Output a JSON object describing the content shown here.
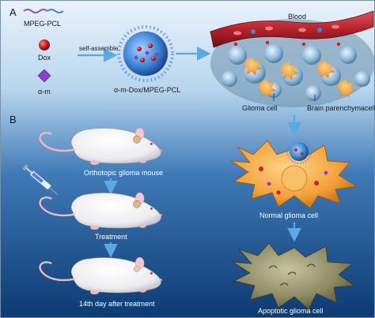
{
  "panels": {
    "a_label": "A",
    "b_label": "B"
  },
  "legend": {
    "mpeg_pcl": "MPEG-PCL",
    "dox": "Dox",
    "alpha_m": "α-m"
  },
  "process": {
    "self_assemble": "self-assemble",
    "nanoparticle": "α-m-Dox/MPEG-PCL"
  },
  "tissue": {
    "blood": "Blood",
    "glioma_cell": "Glioma cell",
    "brain_parenchyma": "Brain parenchymacell"
  },
  "mice": {
    "orthotopic": "Orthotopic glioma mouse",
    "treatment": "Treatment",
    "after": "14th day after treatment"
  },
  "cells": {
    "normal": "Normal glioma cell",
    "apoptotic": "Apoptotic glioma cell"
  },
  "colors": {
    "background_top": "#cfe3f2",
    "background_bottom": "#0e3f78",
    "arrow": "#5aa8e6",
    "glioma_orange": "#f4a23a",
    "vessel_red": "#b5222b",
    "apoptotic_olive": "#8c8a63",
    "micelle_blue": "#3d86d8",
    "dox_red": "#d42020",
    "alpha_m_purple": "#8a3fc7"
  },
  "icons": {
    "syringe": "syringe-icon",
    "mouse": "mouse-icon",
    "micelle": "micelle-icon",
    "blood_vessel": "blood-vessel-icon"
  }
}
